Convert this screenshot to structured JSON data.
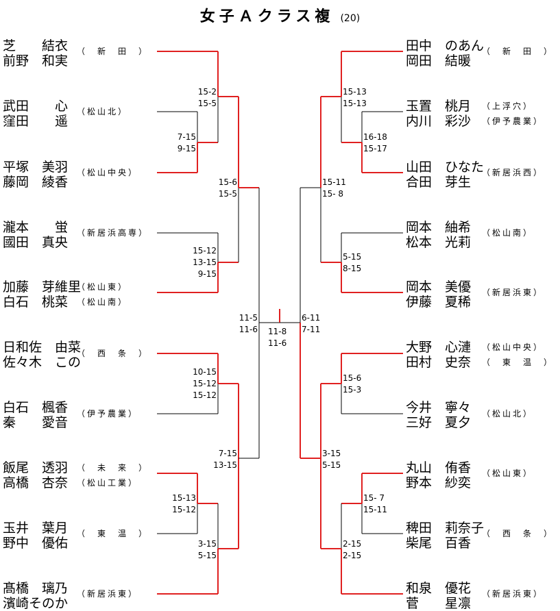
{
  "title": "女子Ａクラス複",
  "count": "(20)",
  "left_pairs": [
    {
      "p1": "芝　　結衣",
      "p2": "前野　和実",
      "club1": "（　新　田　）",
      "club2": ""
    },
    {
      "p1": "武田　　心",
      "p2": "窪田　　遥",
      "club1": "（松山北）",
      "club2": ""
    },
    {
      "p1": "平塚　美羽",
      "p2": "藤岡　綾香",
      "club1": "（松山中央）",
      "club2": ""
    },
    {
      "p1": "瀧本　　蛍",
      "p2": "國田　真央",
      "club1": "（新居浜高専）",
      "club2": ""
    },
    {
      "p1": "加藤　芽維里",
      "p2": "白石　桃菜",
      "club1": "（松山東）",
      "club2": "（松山南）"
    },
    {
      "p1": "日和佐　由菜",
      "p2": "佐々木　この",
      "club1": "（　西　条　）",
      "club2": ""
    },
    {
      "p1": "白石　楓香",
      "p2": "秦　　愛音",
      "club1": "（伊予農業）",
      "club2": ""
    },
    {
      "p1": "飯尾　透羽",
      "p2": "高橋　杏奈",
      "club1": "（　未　来　）",
      "club2": "（松山工業）"
    },
    {
      "p1": "玉井　葉月",
      "p2": "野中　優佑",
      "club1": "（　東　温　）",
      "club2": ""
    },
    {
      "p1": "髙橋　璃乃",
      "p2": "濱崎そのか",
      "club1": "（新居浜東）",
      "club2": ""
    }
  ],
  "right_pairs": [
    {
      "p1": "田中　のあん",
      "p2": "岡田　結暖",
      "club1": "（　新　田　）",
      "club2": ""
    },
    {
      "p1": "玉置　桃月",
      "p2": "内川　彩沙",
      "club1": "（上浮穴）",
      "club2": "（伊予農業）"
    },
    {
      "p1": "山田　ひなた",
      "p2": "合田　芽生",
      "club1": "（新居浜西）",
      "club2": ""
    },
    {
      "p1": "岡本　紬希",
      "p2": "松本　光莉",
      "club1": "（松山南）",
      "club2": ""
    },
    {
      "p1": "岡本　美優",
      "p2": "伊藤　夏稀",
      "club1": "（新居浜東）",
      "club2": ""
    },
    {
      "p1": "大野　心漣",
      "p2": "田村　史奈",
      "club1": "（松山中央）",
      "club2": "（　東　温　）"
    },
    {
      "p1": "今井　寧々",
      "p2": "三好　夏夕",
      "club1": "（松山北）",
      "club2": ""
    },
    {
      "p1": "丸山　侑香",
      "p2": "野本　紗奕",
      "club1": "（松山東）",
      "club2": ""
    },
    {
      "p1": "稗田　莉奈子",
      "p2": "柴尾　百香",
      "club1": "（　西　条　）",
      "club2": ""
    },
    {
      "p1": "和泉　優花",
      "p2": "菅　　星凛",
      "club1": "（新居浜東）",
      "club2": ""
    }
  ],
  "left_scores": {
    "s1": "15-2\n15-5",
    "s2": "7-15\n9-15",
    "s3": "15-6\n15-5",
    "s4": "15-12\n13-15\n9-15",
    "s5": "11-5\n11-6",
    "s6": "10-15\n15-12\n15-12",
    "s7": "7-15\n13-15",
    "s8": "15-13\n15-12",
    "s9": "3-15\n5-15"
  },
  "final_score": "11-8\n11-6",
  "right_scores": {
    "s1": "15-13\n15-13",
    "s2": "16-18\n15-17",
    "s3": "15-11\n15- 8",
    "s4": "5-15\n8-15",
    "s5": "6-11\n7-11",
    "s6": "15-6\n15-3",
    "s7": "3-15\n5-15",
    "s8": "15- 7\n15-11",
    "s9": "2-15\n2-15"
  }
}
